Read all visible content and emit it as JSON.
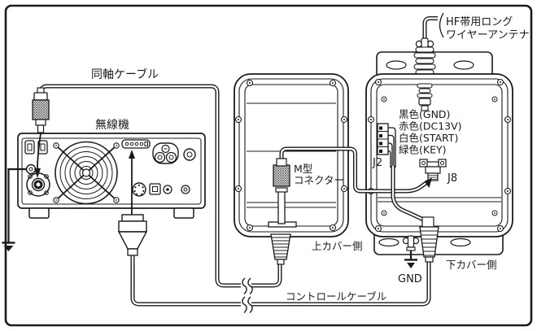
{
  "diagram": {
    "type": "wiring-installation-diagram",
    "colors": {
      "line": "#1a1a1a",
      "background": "#ffffff"
    },
    "labels": {
      "antenna_line1": "HF帯用ロング",
      "antenna_line2": "ワイヤーアンテナ",
      "coax_cable": "同軸ケーブル",
      "radio": "無線機",
      "m_connector_line1": "M型",
      "m_connector_line2": "コネクター",
      "top_cover_side": "上カバー側",
      "bottom_cover_side": "下カバー側",
      "control_cable": "コントロールケーブル",
      "gnd": "GND",
      "j2": "J2",
      "j8": "J8",
      "wire_black": "黒色(GND)",
      "wire_red": "赤色(DC13V)",
      "wire_white": "白色(START)",
      "wire_green": "緑色(KEY)"
    }
  }
}
